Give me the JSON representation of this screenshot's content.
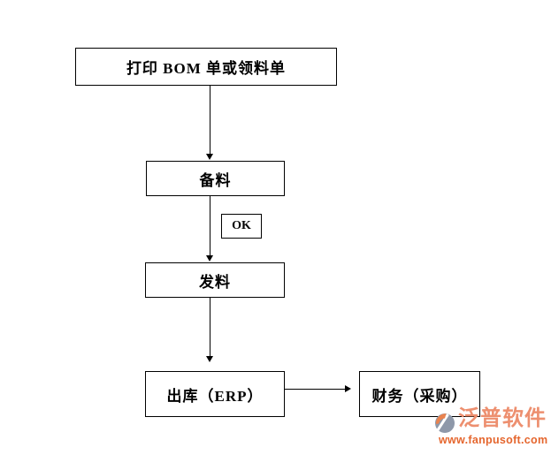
{
  "diagram": {
    "nodes": {
      "print": {
        "label": "打印 BOM 单或领料单"
      },
      "prepare": {
        "label": "备料"
      },
      "ok": {
        "label": "OK"
      },
      "issue": {
        "label": "发料"
      },
      "outbound": {
        "label": "出库（ERP）"
      },
      "finance": {
        "label": "财务（采购）"
      }
    },
    "edges": [
      {
        "from": "print",
        "to": "prepare",
        "direction": "down"
      },
      {
        "from": "prepare",
        "to": "issue",
        "direction": "down",
        "side_label": "OK"
      },
      {
        "from": "issue",
        "to": "outbound",
        "direction": "down"
      },
      {
        "from": "outbound",
        "to": "finance",
        "direction": "right"
      }
    ]
  },
  "watermark": {
    "brand": "泛普软件",
    "url": "www.fanpusoft.com"
  },
  "colors": {
    "background": "#ffffff",
    "box_border": "#000000",
    "box_fill": "#ffffff",
    "box_text": "#000000",
    "connector_line": "#000000",
    "brand_text": "#ED8F6F",
    "brand_icon_grey": "#8E98A9",
    "brand_icon_orange": "#E9824E",
    "url_text": "#E5662E"
  }
}
